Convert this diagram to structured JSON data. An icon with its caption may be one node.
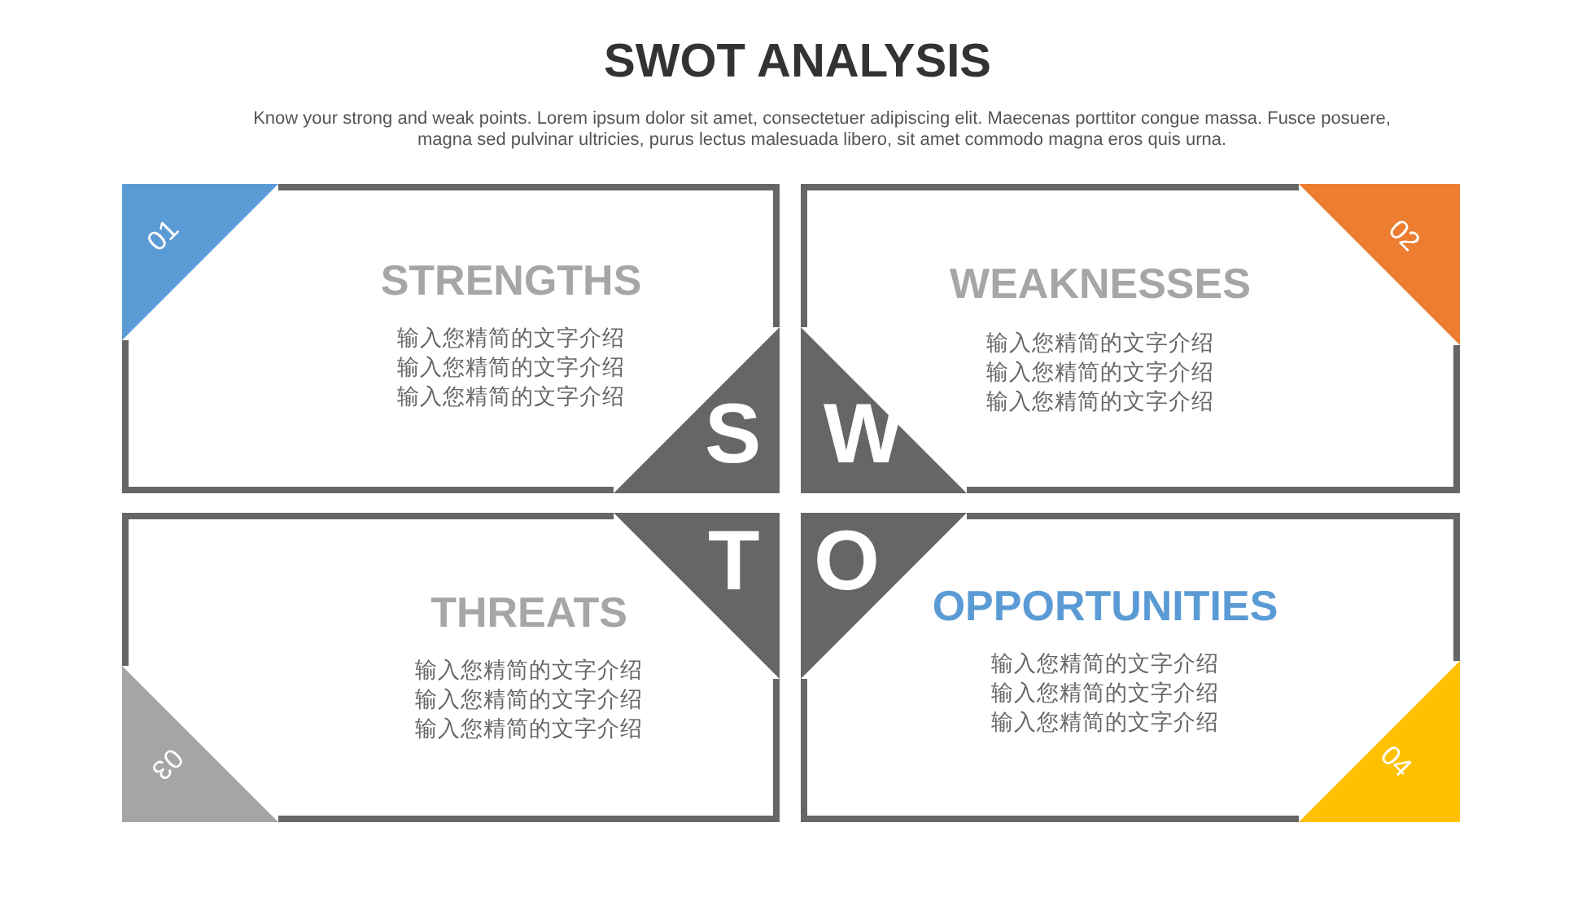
{
  "diagram": {
    "title": "SWOT ANALYSIS",
    "nodes": [
      {
        "text": [
          "STRENGTHS",
          "输入您精简的文字介绍",
          "输入您精简的文字介绍",
          "输入您精简的文字介绍"
        ]
      },
      {
        "text": [
          "01"
        ],
        "in": 0
      },
      {
        "text": [
          "S"
        ],
        "in": 0
      },
      {
        "text": [
          "WEAKNESSES",
          "输入您精简的文字介绍",
          "输入您精简的文字介绍",
          "输入您精简的文字介绍"
        ]
      },
      {
        "text": [
          "02"
        ],
        "in": 3
      },
      {
        "text": [
          "W"
        ],
        "in": 3
      },
      {
        "text": [
          "THREATS",
          "输入您精简的文字介绍",
          "输入您精简的文字介绍",
          "输入您精简的文字介绍"
        ]
      },
      {
        "text": [
          "03"
        ],
        "in": 6
      },
      {
        "text": [
          "T"
        ],
        "in": 6
      },
      {
        "text": [
          "OPPORTUNITIES",
          "输入您精简的文字介绍",
          "输入您精简的文字介绍",
          "输入您精简的文字介绍"
        ]
      },
      {
        "text": [
          "04"
        ],
        "in": 9
      },
      {
        "text": [
          "O"
        ],
        "in": 9
      }
    ],
    "edges": [],
    "labels": [
      "Know your strong and weak points. Lorem ipsum dolor sit amet, consectetuer adipiscing elit. Maecenas porttitor congue massa. Fusce posuere, magna sed pulvinar ultricies, purus lectus malesuada libero, sit amet commodo magna eros quis urna."
    ]
  }
}
